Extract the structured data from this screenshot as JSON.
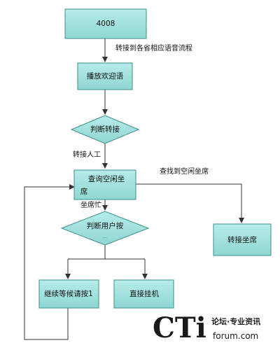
{
  "nodes": {
    "start": "4008",
    "welcome": "播放欢迎语",
    "judge_transfer": "判断转接",
    "query_idle_line1": "查询空闲坐",
    "query_idle_line2": "席",
    "judge_key": "判断用户按",
    "judge_key_sub": "...",
    "transfer_seat": "转接坐席",
    "wait_press1": "继续等候请按1",
    "hangup": "直接挂机"
  },
  "edge_labels": {
    "to_province": "转接到各省相应语音流程",
    "manual": "转接人工",
    "found_idle": "查找到空闲坐席",
    "seat_busy": "坐席忙"
  },
  "watermark": {
    "brand": "CTi",
    "tagline": "论坛·专业资讯",
    "site": "forum.com"
  },
  "colors": {
    "box_fill": "#9fe0dd",
    "box_stroke": "#3c8f8b",
    "line": "#333333"
  }
}
